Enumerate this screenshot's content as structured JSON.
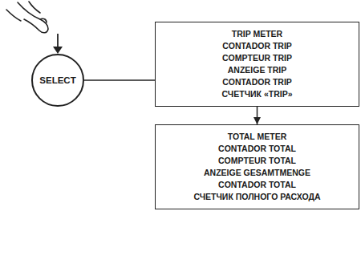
{
  "diagram": {
    "nodes": [
      {
        "text": [
          "SELECT"
        ]
      },
      {
        "text": [
          "TRIP METER",
          "CONTADOR TRIP",
          "COMPTEUR TRIP",
          "ANZEIGE TRIP",
          "CONTADOR TRIP",
          "СЧЕТЧИК «TRIP»"
        ]
      },
      {
        "text": [
          "TOTAL METER",
          "CONTADOR TOTAL",
          "COMPTEUR TOTAL",
          "ANZEIGE GESAMTMENGE",
          "CONTADOR TOTAL",
          "СЧЕТЧИК ПОЛНОГО РАСХОДА"
        ]
      }
    ],
    "edges": [
      {
        "from": 0,
        "to": 1,
        "arrow": "none"
      },
      {
        "from": 1,
        "to": 2,
        "arrow": "to"
      }
    ]
  }
}
